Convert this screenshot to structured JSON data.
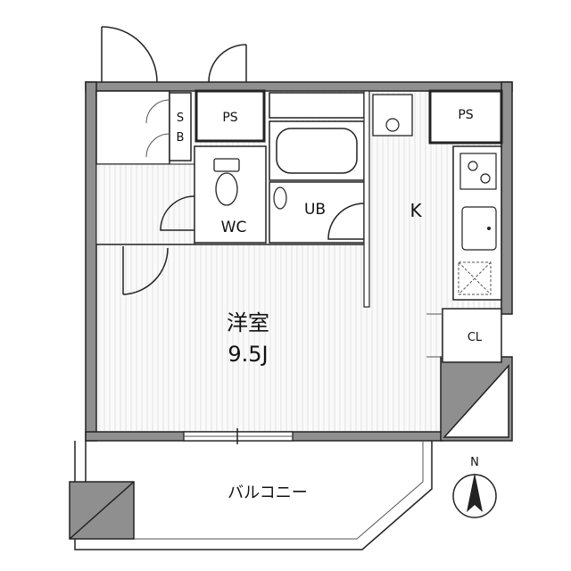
{
  "rooms": {
    "western_room_name": "洋室",
    "western_room_size": "9.5J",
    "kitchen": "K",
    "unit_bath": "UB",
    "toilet": "WC",
    "closet": "CL",
    "pipe_space_left": "PS",
    "pipe_space_right": "PS",
    "shoe_box_s": "S",
    "shoe_box_b": "B",
    "balcony": "バルコニー"
  },
  "compass": {
    "north_label": "N"
  },
  "colors": {
    "wall": "#8f8f8f",
    "outline": "#222222",
    "floor": "#f3f3f3"
  }
}
